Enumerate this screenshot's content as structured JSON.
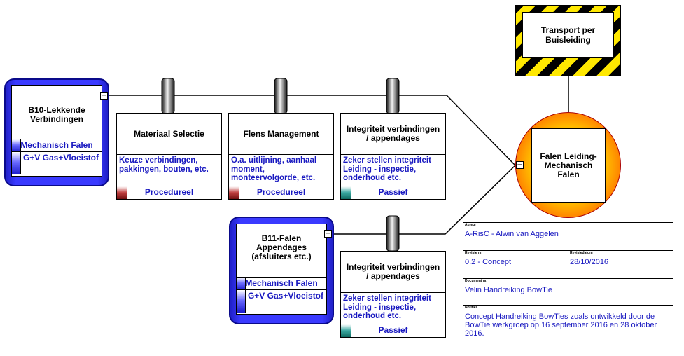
{
  "hazard": {
    "title": "Transport per Buisleiding"
  },
  "top_event": {
    "title": "Falen Leiding- Mechanisch Falen"
  },
  "threats": [
    {
      "title": "B10-Lekkende Verbindingen",
      "row1": "Mechanisch Falen",
      "row2": "G+V Gas+Vloeistof"
    },
    {
      "title": "B11-Falen Appendages (afsluiters etc.)",
      "row1": "Mechanisch Falen",
      "row2": "G+V Gas+Vloeistof"
    }
  ],
  "barriers": [
    {
      "title": "Materiaal Selectie",
      "desc": "Keuze verbindingen, pakkingen, bouten, etc.",
      "footer": "Procedureel"
    },
    {
      "title": "Flens Management",
      "desc": "O.a. uitlijning, aanhaal moment, monteervolgorde, etc.",
      "footer": "Procedureel"
    },
    {
      "title": "Integriteit verbindingen / appendages",
      "desc": "Zeker stellen integriteit Leiding -  inspectie, onderhoud etc.",
      "footer": "Passief"
    },
    {
      "title": "Integriteit verbindingen / appendages",
      "desc": "Zeker stellen integriteit Leiding -  inspectie, onderhoud etc.",
      "footer": "Passief"
    }
  ],
  "collapse_symbol": "−",
  "info": {
    "author_label": "Auteur",
    "author": "A-RisC - Alwin van Aggelen",
    "version_label": "Revisie nr.",
    "version": "0.2 - Concept",
    "date_label": "Revisiedatum",
    "date": "28/10/2016",
    "doc_label": "Document nr.",
    "doc": "Velin Handreiking BowTie",
    "notes_label": "Notities",
    "notes": "Concept Handreiking BowTies zoals ontwikkeld door de BowTie werkgroep op 16 september 2016 en 28 oktober 2016."
  },
  "colors": {
    "threat_blue": "#3a3aff",
    "text_blue": "#1818c0",
    "hazard_yellow": "#ffe800"
  }
}
